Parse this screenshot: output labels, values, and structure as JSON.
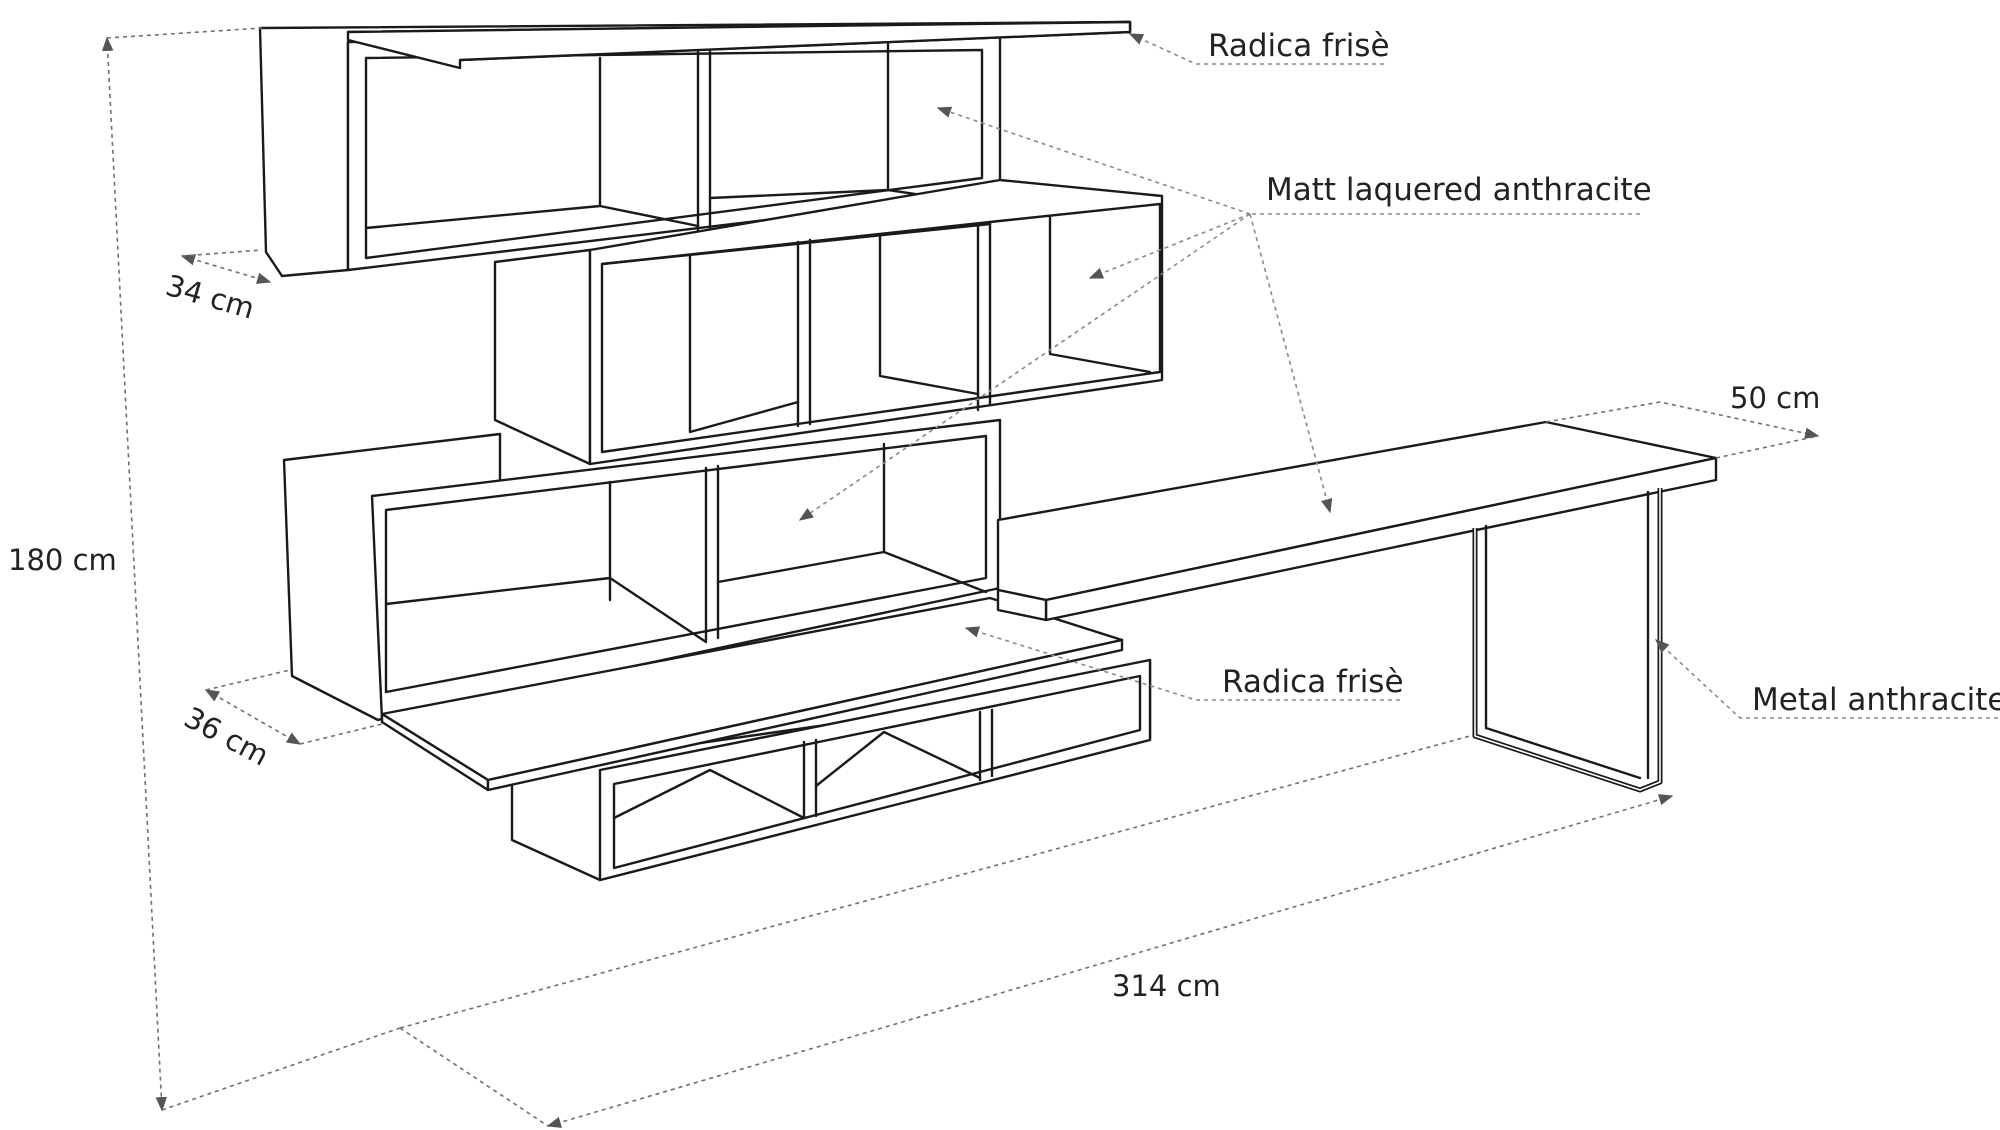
{
  "labels": {
    "top_shelf_material": "Radica frisè",
    "body_material": "Matt laquered anthracite",
    "desk_material": "Radica frisè",
    "leg_material": "Metal anthracite"
  },
  "dimensions": {
    "top_depth": "34 cm",
    "bottom_depth": "36 cm",
    "height": "180 cm",
    "width": "314 cm",
    "desk_depth": "50 cm"
  },
  "colors": {
    "outline": "#1a1a1a",
    "dimension_line": "#707070",
    "label_line": "#8a8a8a",
    "background": "#ffffff"
  }
}
